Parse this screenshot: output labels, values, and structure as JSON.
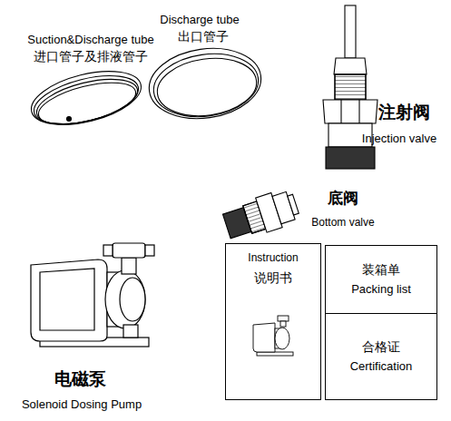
{
  "diagram": {
    "nodes": [
      {
        "text": [
          "Instruction",
          "说明书"
        ]
      },
      {
        "text": [
          "装箱单",
          "Packing list"
        ]
      },
      {
        "text": [
          "合格证",
          "Certification"
        ]
      }
    ],
    "labels": [
      "Discharge tube",
      "出口管子",
      "Suction&Discharge tube",
      "进口管子及排液管子",
      "注射阀",
      "Injection valve",
      "底阀",
      "Bottom valve",
      "电磁泵",
      "Solenoid Dosing Pump"
    ]
  }
}
